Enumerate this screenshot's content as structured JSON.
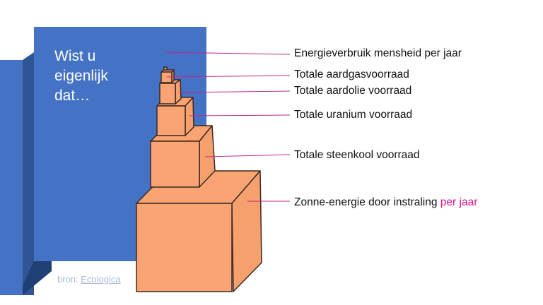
{
  "slide": {
    "title_lines": [
      "Wist u",
      "eigenlijk",
      "dat…"
    ],
    "source_prefix": "bron:",
    "source_link": "Ecologica",
    "labels": [
      {
        "text": "Energieverbruik mensheid per jaar"
      },
      {
        "text": "Totale aardgasvoorraad"
      },
      {
        "text": "Totale aardolie voorraad"
      },
      {
        "text": "Totale uranium voorraad"
      },
      {
        "text": "Totale steenkool voorraad"
      },
      {
        "text": "Zonne-energie door instraling",
        "accent_text": "per jaar"
      }
    ]
  },
  "colors": {
    "panel_blue": "#4472c4",
    "panel_dark": "#2f5597",
    "cube_fill": "#f9a472",
    "leader_line": "#c0288c",
    "accent": "#e0148c"
  }
}
